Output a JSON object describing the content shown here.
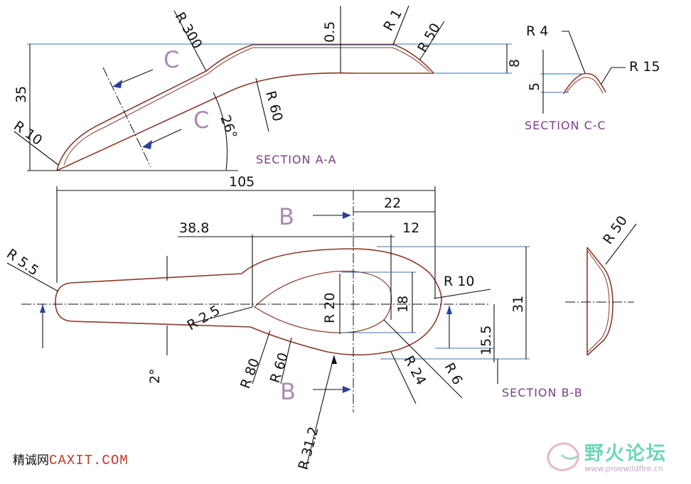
{
  "section_aa": {
    "title": "SECTION A-A",
    "dims": {
      "r300": "R 300",
      "t05": "0.5",
      "r1": "R 1",
      "r50": "R 50",
      "h8": "8",
      "h35": "35",
      "r10": "R 10",
      "r60": "R 60",
      "ang26": "26°",
      "len105": "105"
    },
    "cut_label": "C"
  },
  "section_cc": {
    "title": "SECTION C-C",
    "dims": {
      "r4": "R 4",
      "r15": "R 15",
      "h5": "5"
    }
  },
  "plan_view": {
    "cut_label": "B",
    "dims": {
      "d22": "22",
      "d388": "38.8",
      "d12": "12",
      "r55": "R 5.5",
      "r10": "R 10",
      "r20": "R 20",
      "d18": "18",
      "d31": "31",
      "d155": "15.5",
      "r25": "R 2.5",
      "a2": "2°",
      "r80": "R 80",
      "r60": "R 60",
      "r24": "R 24",
      "r6": "R 6",
      "r312": "R 31.2"
    }
  },
  "section_bb": {
    "title": "SECTION B-B",
    "dims": {
      "r50": "R 50"
    }
  },
  "watermark_left": {
    "cn": "精诚网",
    "en": "CAXIT.COM"
  },
  "watermark_right": {
    "cn": "野火论坛",
    "url": "www.proewildfire.cn"
  }
}
